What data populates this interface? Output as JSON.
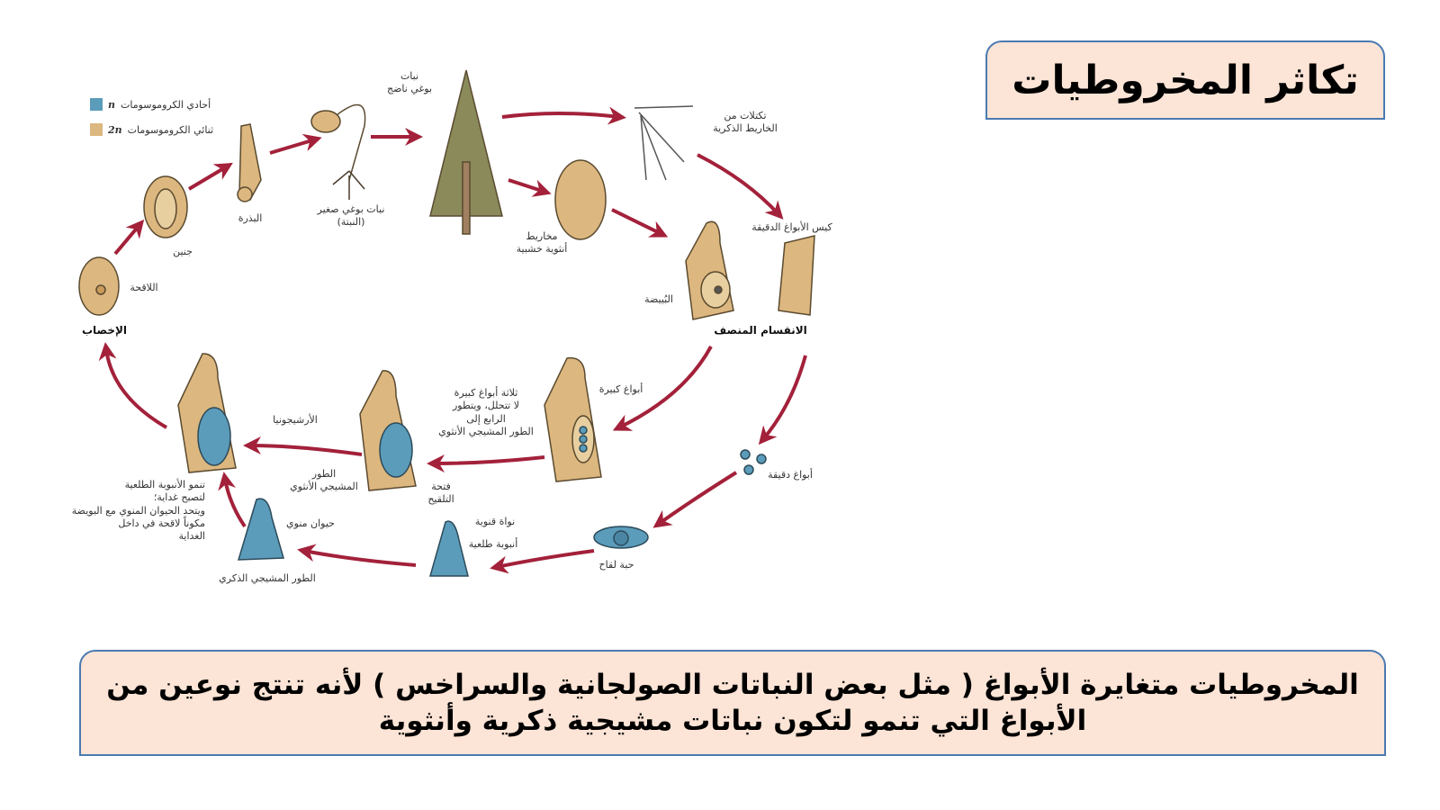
{
  "title": "تكاثر المخروطيات",
  "description": "المخروطيات متغايرة الأبواغ ( مثل بعض النباتات الصولجانية والسراخس ) لأنه تنتج نوعين من الأبواغ التي تنمو لتكون نباتات مشيجية ذكرية وأنثوية",
  "legend": [
    {
      "symbol": "n",
      "label": "أحادي الكروموسومات",
      "color": "#5b9cba"
    },
    {
      "symbol": "2n",
      "label": "ثنائي الكروموسومات",
      "color": "#dcb77f"
    }
  ],
  "labels": {
    "mature_sporophyte": "نبات\nبوغي ناضج",
    "male_cones": "تكتلات من\nالخاريط الذكرية",
    "microsporangium": "كيس الأبواغ الدقيقة",
    "female_cones": "مخاريط\nأنثوية خشبية",
    "ovule": "البُييضة",
    "meiosis": "الانقسام المنصف",
    "fertilization": "الإخصاب",
    "zygote": "اللاقحة",
    "embryo": "جنين",
    "seed": "البذرة",
    "seedling": "نبات بوغي صغير\n(النبتة)",
    "megaspores": "أبواغ كبيرة",
    "megaspore_note": "ثلاثة أبواغ كبيرة\nلا تتحلل، ويتطور\nالرابع إلى\nالطور المشيجي الأنثوي",
    "microspores": "أبواغ دقيقة",
    "archegonia": "الأرشيجونيا",
    "female_gametophyte": "الطور\nالمشيجي الأنثوي",
    "micropyle": "فتحة\nالتلقيح",
    "tube_nucleus": "نواة قنوية",
    "pollen_tube": "أنبوبة طلعية",
    "pollen_grain": "حبة لقاح",
    "sperm": "حيوان منوي",
    "male_gametophyte": "الطور المشيجي الذكري",
    "fertilization_note": "تنمو الأنبوبة الطلعية\nلتصبح غداية؛\nويتحد الحيوان المنوي مع البويضة\nمكوناً لاقحة في داخل\nالغداية"
  }
}
